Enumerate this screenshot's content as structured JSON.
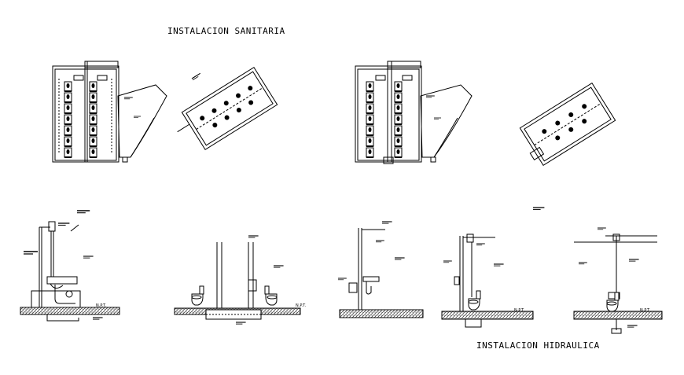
{
  "titles": {
    "sanitaria": "INSTALACION SANITARIA",
    "hidraulica": "INSTALACION HIDRAULICA"
  },
  "labels": {
    "npt": "N.P.T."
  },
  "colors": {
    "line": "#000000",
    "background": "#ffffff"
  }
}
